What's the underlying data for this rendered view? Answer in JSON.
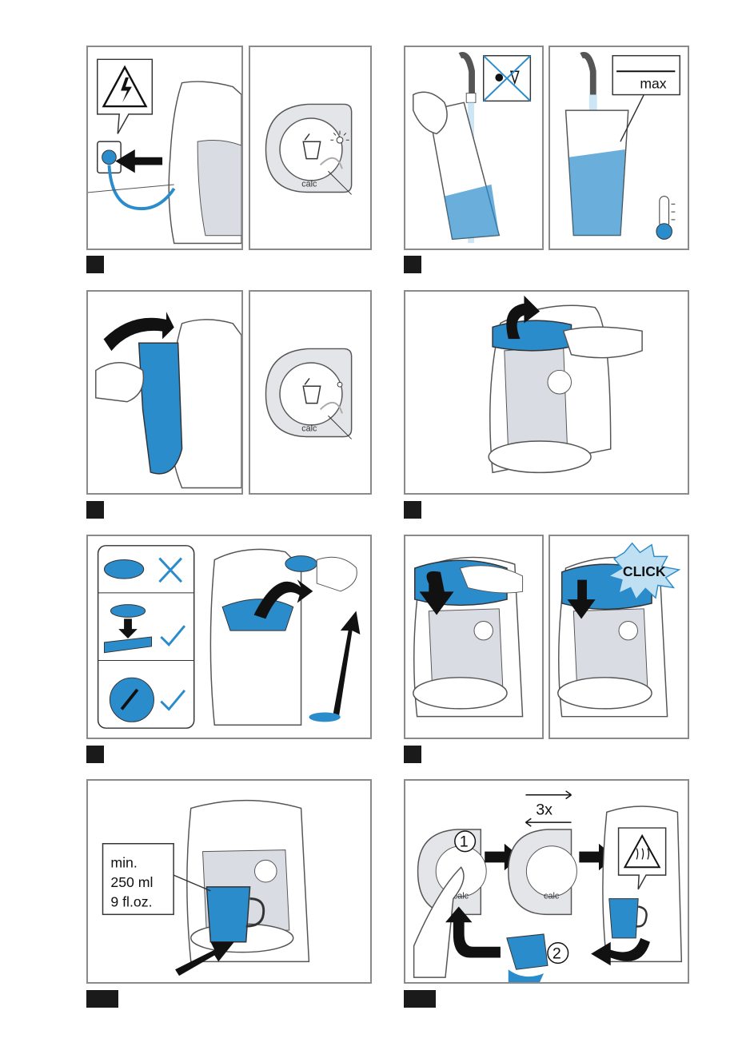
{
  "colors": {
    "accent_blue": "#2b8ccc",
    "light_blue": "#bfe0f3",
    "frame_gray": "#8a8a8a",
    "panel_gray": "#d9dde3",
    "step_box": "#1a1a1a"
  },
  "icons": {
    "warning": "electric-shock-warning-icon",
    "no_dishwasher": "no-dishwasher-icon",
    "thermometer": "thermometer-icon",
    "hot_surface": "hot-surface-warning-icon",
    "check": "check-mark-icon",
    "cross": "cross-mark-icon"
  },
  "labels": {
    "calc": "calc",
    "max": "max",
    "click": "CLICK",
    "repeat": "3x",
    "step_one": "1",
    "step_two": "2",
    "cup_min": "min.",
    "cup_volume_ml": "250 ml",
    "cup_volume_oz": "9 fl.oz."
  }
}
